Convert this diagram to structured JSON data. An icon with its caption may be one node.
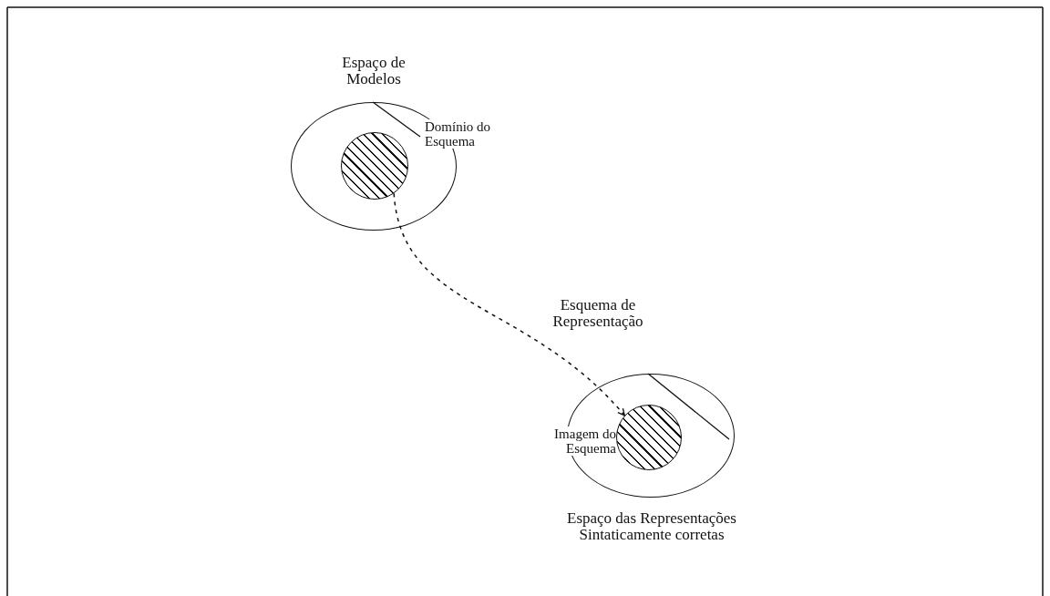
{
  "diagram": {
    "nodes": [
      {
        "text": [
          "Espaço de Modelos"
        ]
      },
      {
        "text": [],
        "shape": "circle",
        "in": 0,
        "beside": [
          "Domínio do Esquema"
        ]
      },
      {
        "text": [
          "Espaço das Representações Sintaticamente corretas"
        ]
      },
      {
        "text": [],
        "shape": "circle",
        "in": 2,
        "beside": [
          "Imagem do Esquema"
        ]
      }
    ],
    "edges": [
      {
        "from": 1,
        "to": 3,
        "arrow": "to",
        "style": "dashed",
        "label": "Esquema de Representação"
      }
    ]
  }
}
